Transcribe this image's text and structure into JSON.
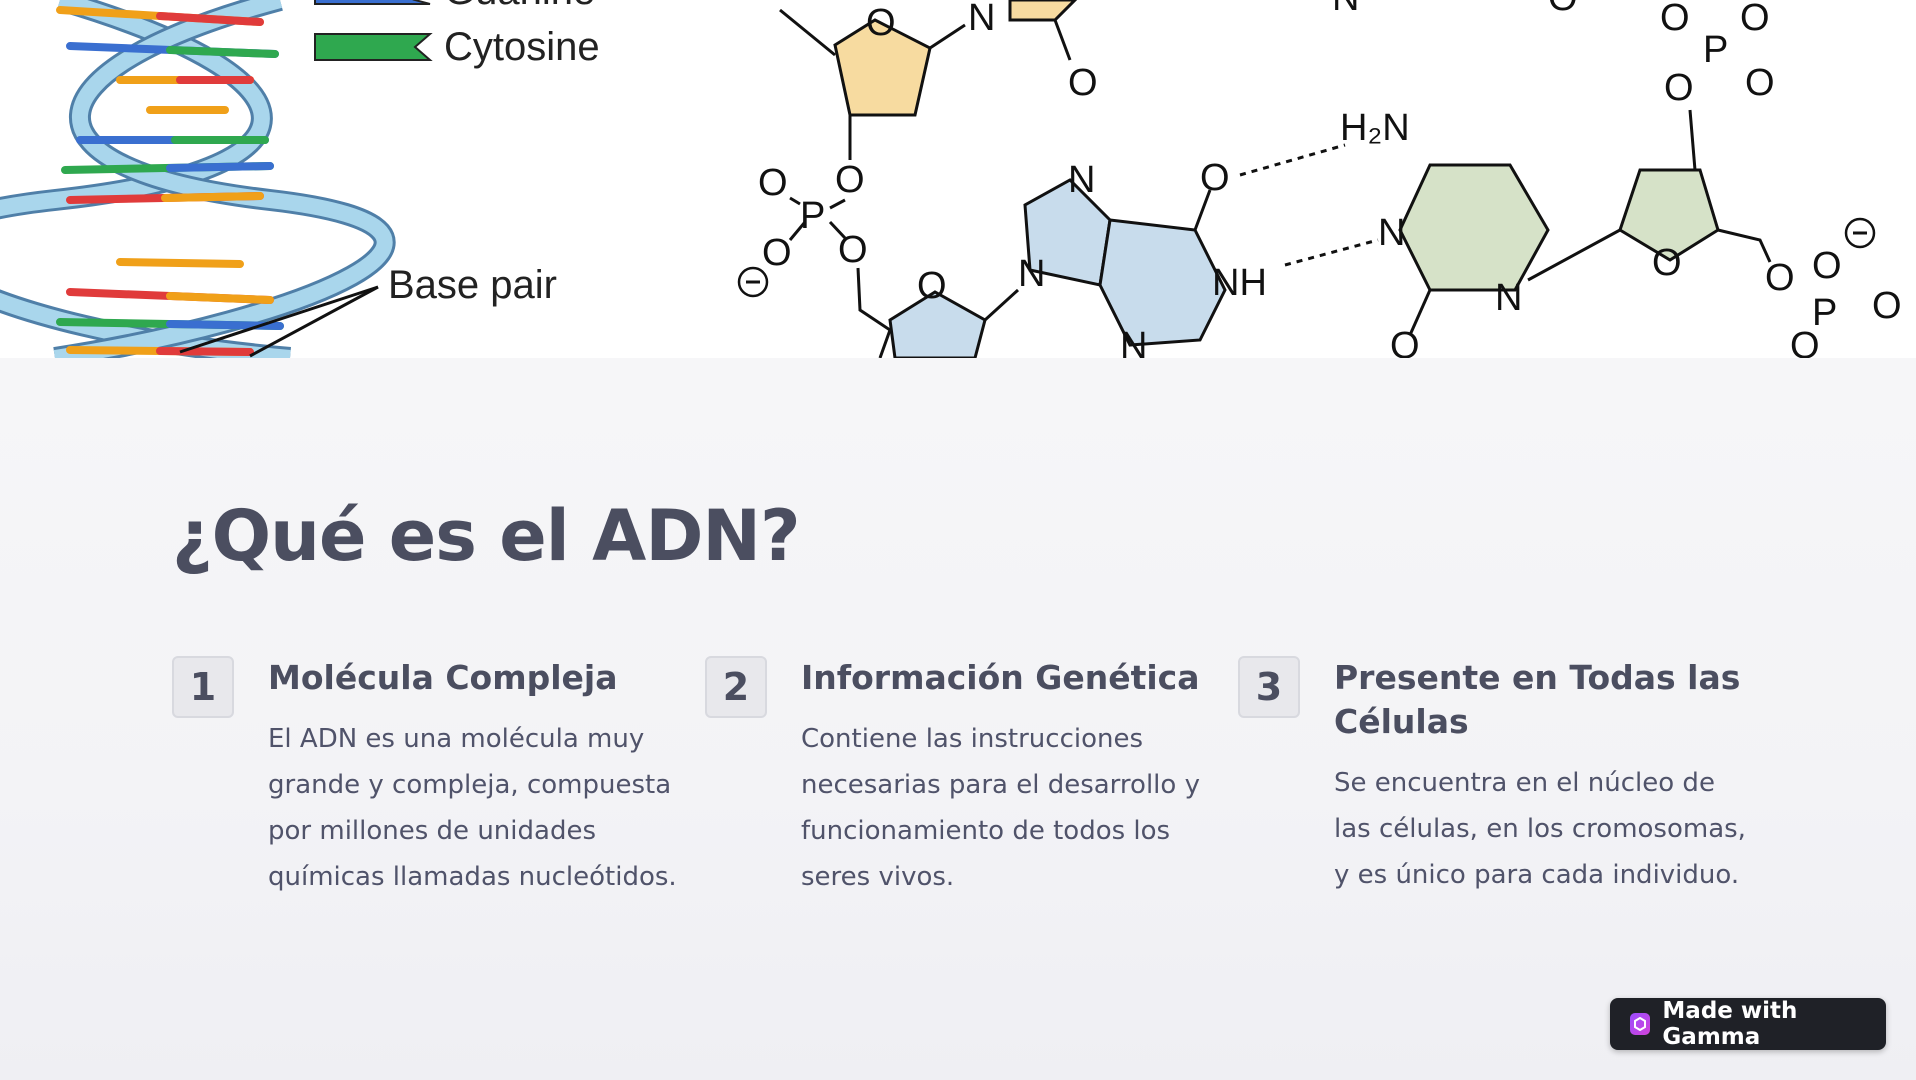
{
  "hero": {
    "legend_cytosine": "Cytosine",
    "legend_guanine": "Guanine",
    "base_pair": "Base pair",
    "colors": {
      "cytosine": "#2fa84f",
      "guanine": "#3a6fd0",
      "adenine": "#e03b3b",
      "thymine": "#f0a019",
      "backbone": "#a9d6ec"
    }
  },
  "main": {
    "title": "¿Qué es el ADN?",
    "cards": [
      {
        "number": "1",
        "heading": "Molécula Compleja",
        "text": "El ADN es una molécula muy grande y compleja, compuesta por millones de unidades químicas llamadas nucleótidos."
      },
      {
        "number": "2",
        "heading": "Información Genética",
        "text": "Contiene las instrucciones necesarias para el desarrollo y funcionamiento de todos los seres vivos."
      },
      {
        "number": "3",
        "heading": "Presente en Todas las Células",
        "text": "Se encuentra en el núcleo de las células, en los cromosomas, y es único para cada individuo."
      }
    ]
  },
  "badge": {
    "label": "Made with Gamma",
    "icon": "gamma-logo-icon"
  }
}
